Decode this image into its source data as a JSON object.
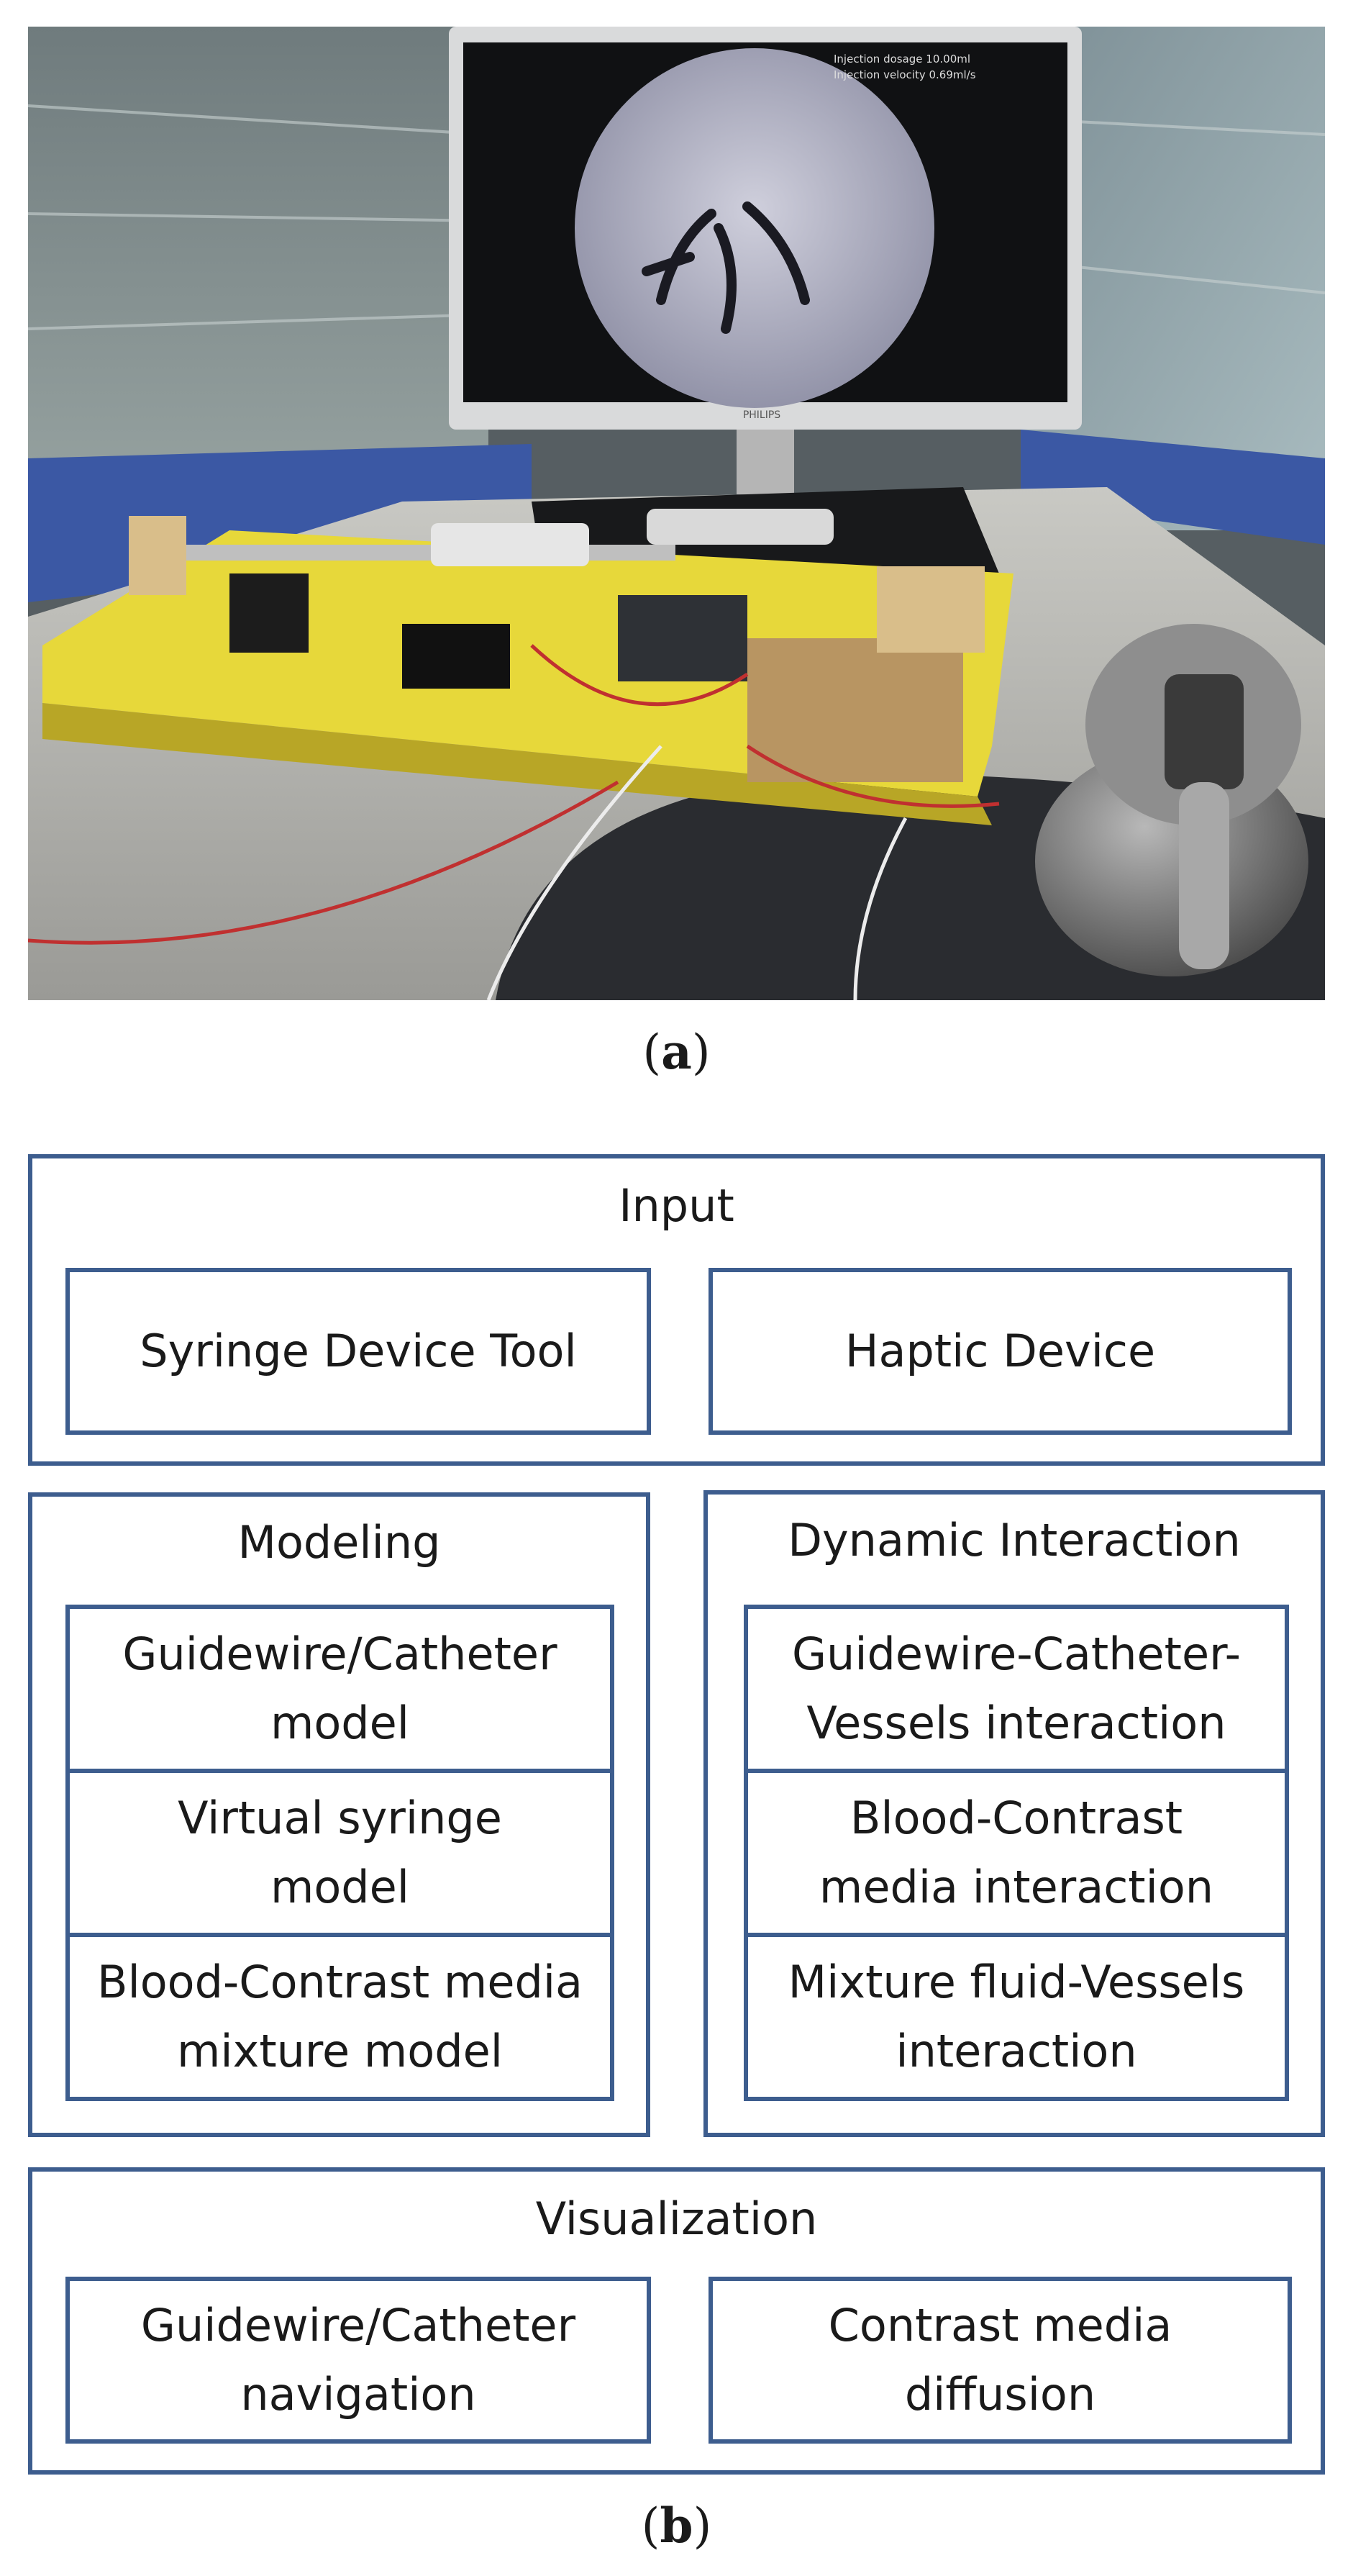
{
  "monitor": {
    "overlay_line1": "Injection dosage 10.00ml",
    "overlay_line2": "Injection velocity 0.69ml/s",
    "brand": "PHILIPS"
  },
  "captions": {
    "a": "a",
    "b": "b"
  },
  "diagram": {
    "input": {
      "title": "Input",
      "items": [
        "Syringe Device Tool",
        "Haptic Device"
      ]
    },
    "modeling": {
      "title": "Modeling",
      "items": [
        "Guidewire/Catheter\nmodel",
        "Virtual syringe\nmodel",
        "Blood-Contrast media\nmixture model"
      ]
    },
    "dynamic": {
      "title": "Dynamic Interaction",
      "items": [
        "Guidewire-Catheter-\nVessels interaction",
        "Blood-Contrast\nmedia interaction",
        "Mixture fluid-Vessels\ninteraction"
      ]
    },
    "visualization": {
      "title": "Visualization",
      "items": [
        "Guidewire/Catheter\nnavigation",
        "Contrast media\ndiffusion"
      ]
    }
  },
  "colors": {
    "border": "#3d5d8e"
  }
}
